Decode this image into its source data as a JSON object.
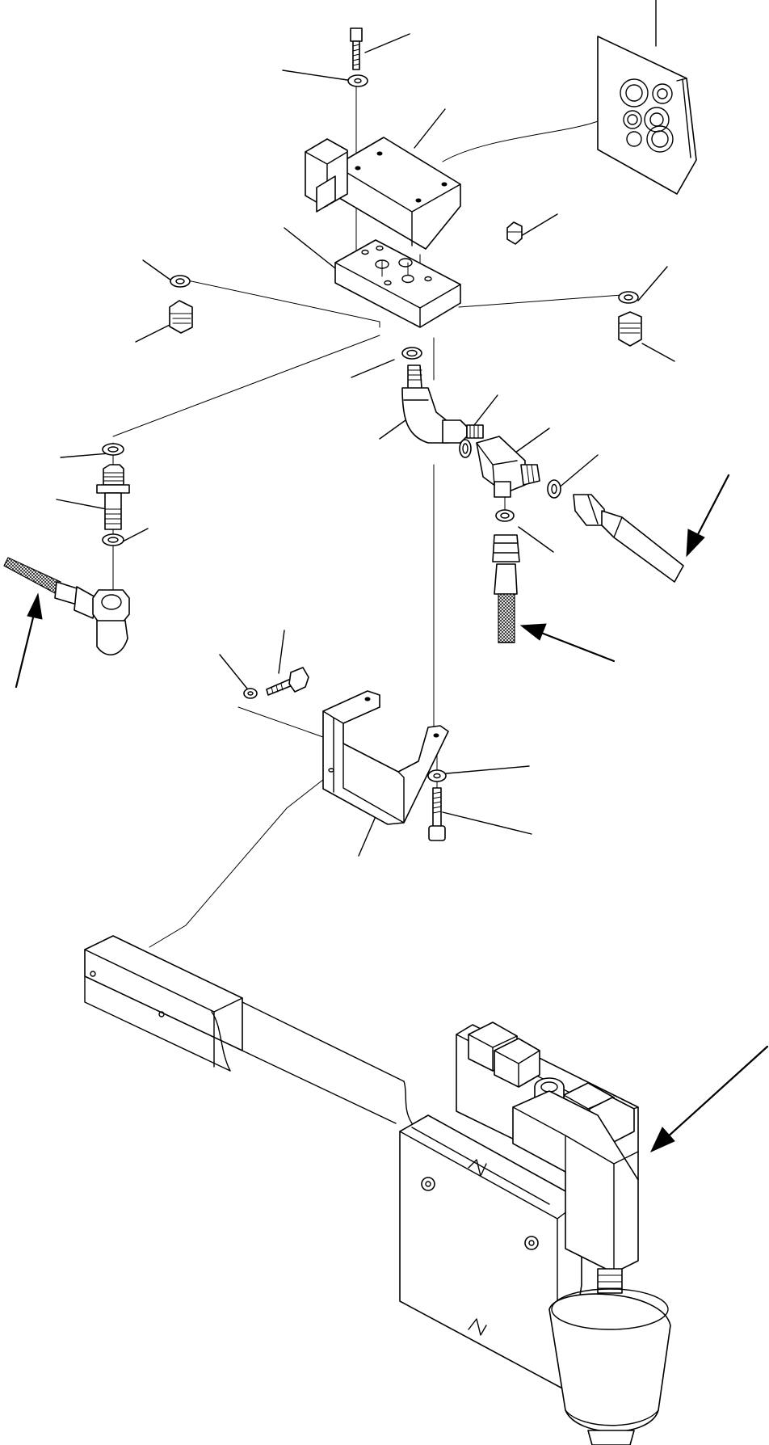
{
  "diagram": {
    "type": "exploded-parts-drawing",
    "line_color": "#000000",
    "background": "#ffffff",
    "parts": [
      "socket-bolt-top",
      "washer-top",
      "solenoid-valve",
      "valve-block",
      "plug-left",
      "washer-left",
      "plug-right",
      "washer-right",
      "plug-small-top",
      "seal-under-block",
      "elbow-fitting",
      "seal-elbow",
      "tee-fitting",
      "seal-tee-right",
      "seal-tee-bottom",
      "seal-left-upper",
      "nipple-left",
      "seal-left-lower",
      "hose-left",
      "hose-right",
      "hose-bottom",
      "bracket",
      "bolt-bracket",
      "washer-bracket",
      "washer-lower",
      "bolt-lower",
      "frame-member",
      "valve-assembly",
      "seal-kit-card"
    ],
    "flow_arrows": [
      "arrow-hose-right",
      "arrow-hose-left",
      "arrow-hose-bottom",
      "arrow-valve-assembly"
    ]
  }
}
